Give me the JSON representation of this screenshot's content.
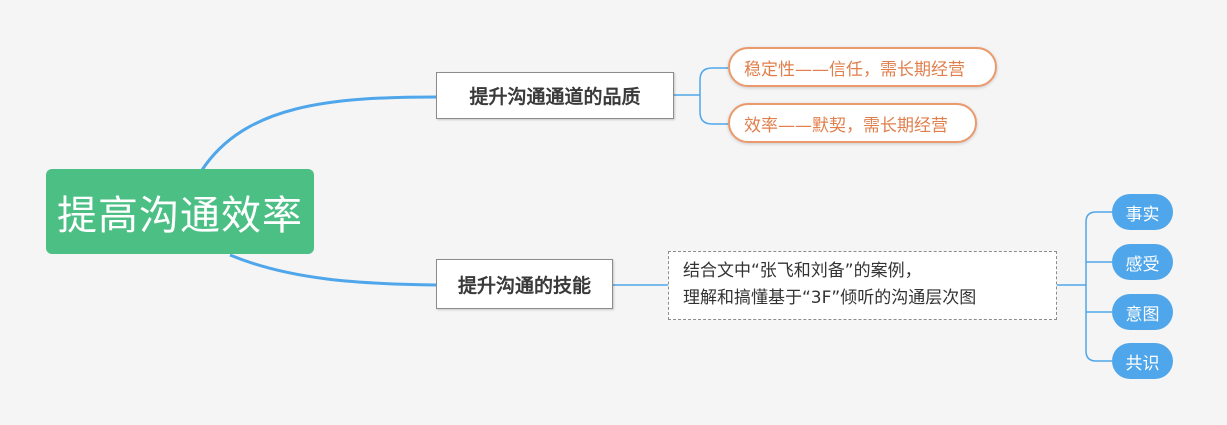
{
  "root": {
    "label": "提高沟通效率"
  },
  "branches": [
    {
      "label": "提升沟通通道的品质"
    },
    {
      "label": "提升沟通的技能"
    }
  ],
  "quality_items": [
    {
      "label": "稳定性——信任，需长期经营"
    },
    {
      "label": "效率——默契，需长期经营"
    }
  ],
  "skill_note": {
    "line1": "结合文中“张飞和刘备”的案例，",
    "line2": "理解和搞懂基于“3F”倾听的沟通层次图"
  },
  "listening_levels": [
    {
      "label": "事实"
    },
    {
      "label": "感受"
    },
    {
      "label": "意图"
    },
    {
      "label": "共识"
    }
  ],
  "colors": {
    "root_fill": "#4cbf85",
    "connector": "#4fa6ea",
    "quality_border": "#eb9a6e",
    "quality_text": "#e07f4c",
    "level_fill": "#4fa6ea",
    "background": "#f5f5f5"
  }
}
